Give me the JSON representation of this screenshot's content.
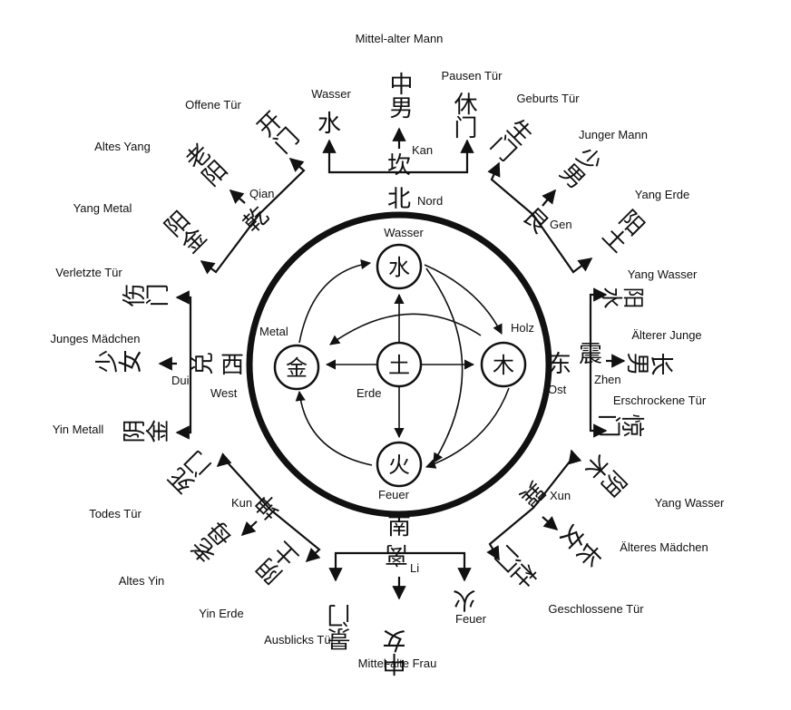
{
  "colors": {
    "ink": "#111111",
    "background": "#ffffff"
  },
  "center": {
    "water": {
      "char": "水",
      "label": "Wasser"
    },
    "wood": {
      "char": "木",
      "label": "Holz"
    },
    "fire": {
      "char": "火",
      "label": "Feuer"
    },
    "metal": {
      "char": "金",
      "label": "Metal"
    },
    "earth": {
      "char": "土",
      "label": "Erde"
    }
  },
  "directions": {
    "north": {
      "char": "北",
      "label": "Nord"
    },
    "east": {
      "char": "东",
      "label": "Ost"
    },
    "south": {
      "char": "南"
    },
    "west": {
      "char": "西",
      "label": "West"
    }
  },
  "trigrams": {
    "kan": {
      "name": "Kan",
      "char": "坎",
      "top": {
        "chars": "中男",
        "label": "Mittel-alter Mann"
      },
      "left": {
        "chars": "水",
        "label": "Wasser"
      },
      "right": {
        "chars": "休门",
        "label": "Pausen Tür"
      }
    },
    "gen": {
      "name": "Gen",
      "char": "艮",
      "door": {
        "chars": "生门",
        "label": "Geburts Tür"
      },
      "person": {
        "chars": "少男",
        "label": "Junger Mann"
      },
      "element": {
        "chars": "阳土",
        "label": "Yang Erde"
      }
    },
    "zhen": {
      "name": "Zhen",
      "char": "震",
      "top": {
        "chars": "阳水",
        "label": "Yang Wasser"
      },
      "middle": {
        "chars": "长男",
        "label": "Älterer Junge"
      },
      "bottom": {
        "chars": "惊门",
        "label": "Erschrockene Tür"
      }
    },
    "xun": {
      "name": "Xun",
      "char": "巽",
      "element": {
        "chars": "阴木",
        "label": "Yang Wasser"
      },
      "person": {
        "chars": "长女",
        "label": "Älteres Mädchen"
      },
      "door": {
        "chars": "杜门",
        "label": "Geschlossene Tür"
      }
    },
    "li": {
      "name": "Li",
      "char": "离",
      "bottom": {
        "chars": "中女",
        "label": "Mittel-alte Frau"
      },
      "left": {
        "chars": "景门",
        "label": "Ausblicks Tür"
      },
      "right": {
        "chars": "火",
        "label": "Feuer"
      }
    },
    "kun": {
      "name": "Kun",
      "char": "坤",
      "door": {
        "chars": "死门",
        "label": "Todes Tür"
      },
      "person": {
        "chars": "老母",
        "label": "Altes Yin"
      },
      "element": {
        "chars": "阴土",
        "label": "Yin Erde"
      }
    },
    "dui": {
      "name": "Dui",
      "char": "兑",
      "top": {
        "chars": "伤门",
        "label": "Verletzte Tür"
      },
      "middle": {
        "chars": "少女",
        "label": "Junges Mädchen"
      },
      "bottom": {
        "chars": "阴金",
        "label": "Yin Metall"
      }
    },
    "qian": {
      "name": "Qian",
      "char": "乾",
      "door": {
        "chars": "开门",
        "label": "Offene Tür"
      },
      "person": {
        "chars": "老阳",
        "label": "Altes Yang"
      },
      "element": {
        "chars": "阳金",
        "label": "Yang Metal"
      }
    }
  }
}
